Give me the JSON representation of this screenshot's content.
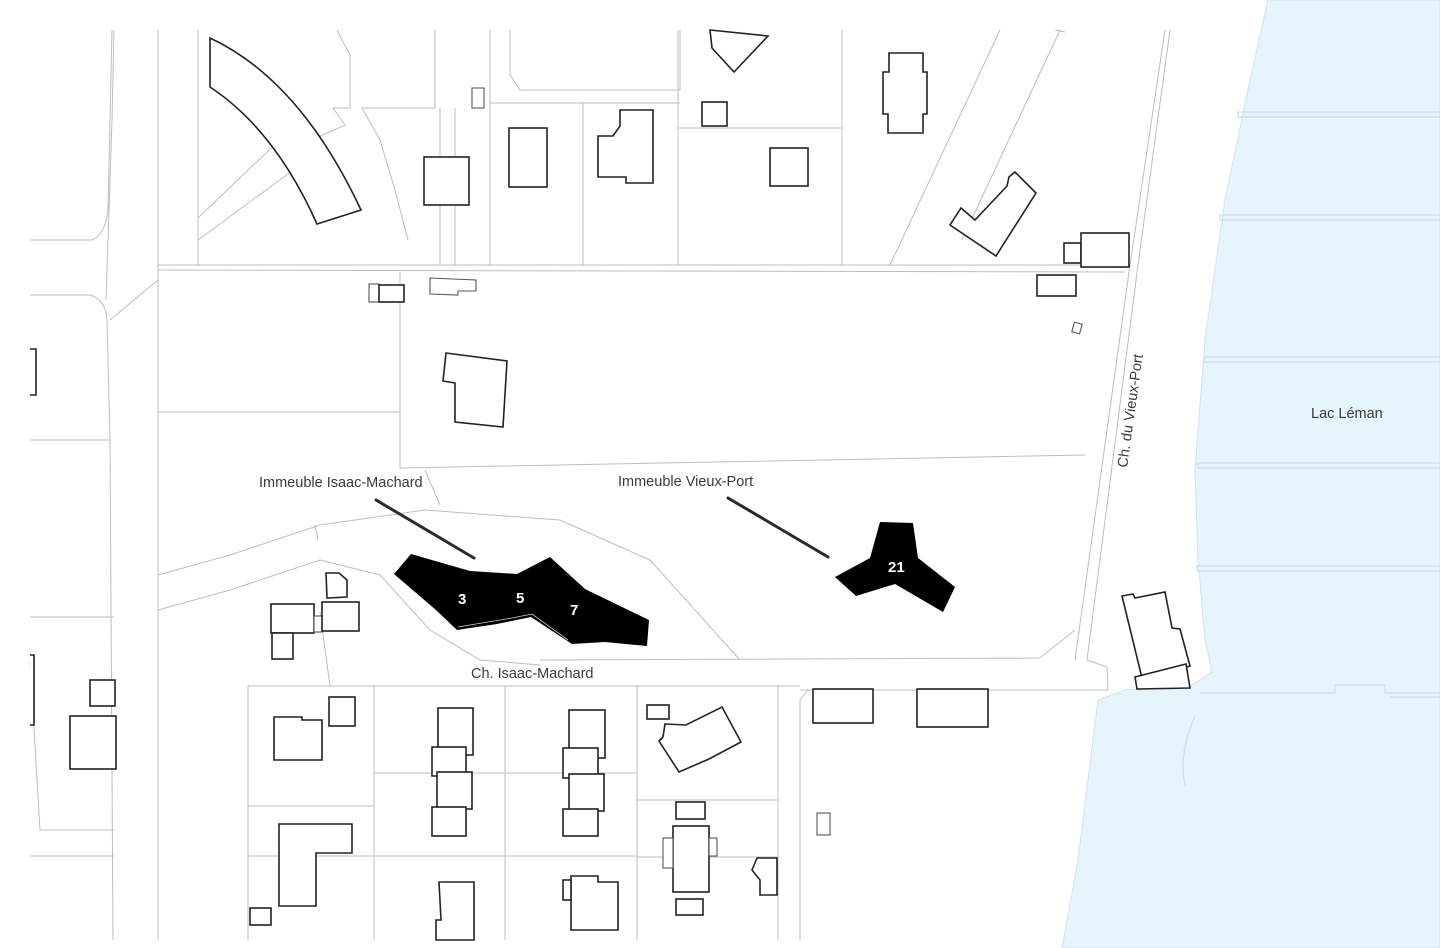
{
  "map": {
    "background_color": "#ffffff",
    "water_color": "#e6f4fb",
    "project_fill": "#000000",
    "building_stroke": "#222222",
    "parcel_stroke": "#c8c8c8"
  },
  "labels": {
    "building_isaac": "Immeuble Isaac-Machard",
    "building_vieux_port": "Immeuble Vieux-Port",
    "street_isaac": "Ch. Isaac-Machard",
    "street_vieux_port": "Ch. du Vieux-Port",
    "lake": "Lac Léman"
  },
  "projects": [
    {
      "name": "Immeuble Isaac-Machard",
      "numbers": [
        "3",
        "5",
        "7"
      ]
    },
    {
      "name": "Immeuble Vieux-Port",
      "numbers": [
        "21"
      ]
    }
  ]
}
